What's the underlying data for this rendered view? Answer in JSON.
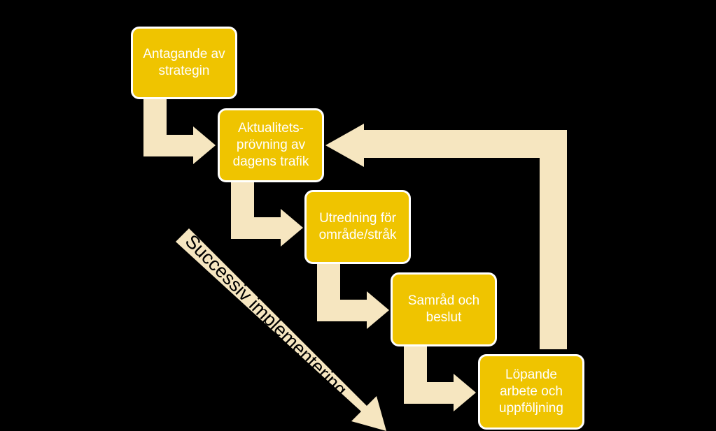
{
  "colors": {
    "background": "#000000",
    "box_fill": "#efc400",
    "box_border": "#ffffff",
    "box_text": "#ffffff",
    "arrow_fill": "#f6e6c0",
    "label_text": "#000000"
  },
  "steps": [
    {
      "label": "Antagande av\nstrategin"
    },
    {
      "label": "Aktualitets-\nprövning av\ndagens trafik"
    },
    {
      "label": "Utredning för\nområde/stråk"
    },
    {
      "label": "Samråd och\nbeslut"
    },
    {
      "label": "Löpande\narbete och\nuppföljning"
    }
  ],
  "feedback_arrow": {
    "from": "Löpande arbete och uppföljning",
    "to": "Aktualitetsprövning av dagens trafik"
  },
  "diagonal_label": "Successiv implementering"
}
